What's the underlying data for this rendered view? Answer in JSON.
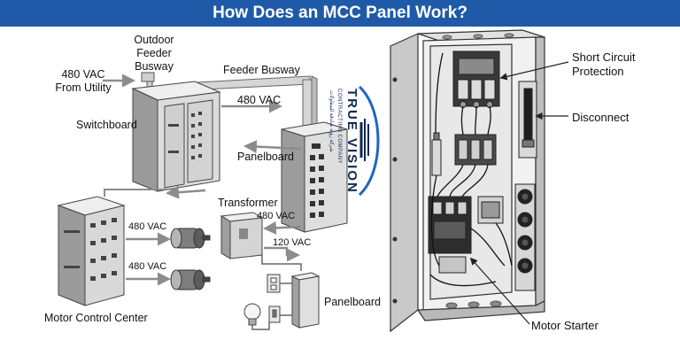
{
  "title": "How Does an MCC Panel Work?",
  "colors": {
    "banner": "#1f5aa8",
    "line_gray": "#7d7d7d",
    "arrow_gray": "#8c8c8c",
    "panel_fill": "#e6e6e6",
    "brand_navy": "#0f2a52",
    "brand_blue": "#1f66c7"
  },
  "left_diagram": {
    "utility_label": "480 VAC\nFrom Utility",
    "outdoor_busway_label": "Outdoor\nFeeder\nBusway",
    "feeder_busway_label": "Feeder Busway",
    "feeder_voltage": "480 VAC",
    "switchboard_label": "Switchboard",
    "panelboard_top_label": "Panelboard",
    "transformer_label": "Transformer",
    "transformer_voltage": "480 VAC",
    "secondary_voltage": "120 VAC",
    "motor1_voltage": "480 VAC",
    "motor2_voltage": "480 VAC",
    "mcc_label": "Motor Control Center",
    "panelboard_bottom_label": "Panelboard"
  },
  "brand": {
    "name_line1": "TRUE",
    "name_line2": "VISION",
    "tagline": "CONTRACTING COMPANY",
    "arabic": "شركة رؤية صادقة للمقاولات"
  },
  "right_diagram": {
    "short_circuit_label": "Short Circuit\nProtection",
    "disconnect_label": "Disconnect",
    "motor_starter_label": "Motor Starter"
  }
}
